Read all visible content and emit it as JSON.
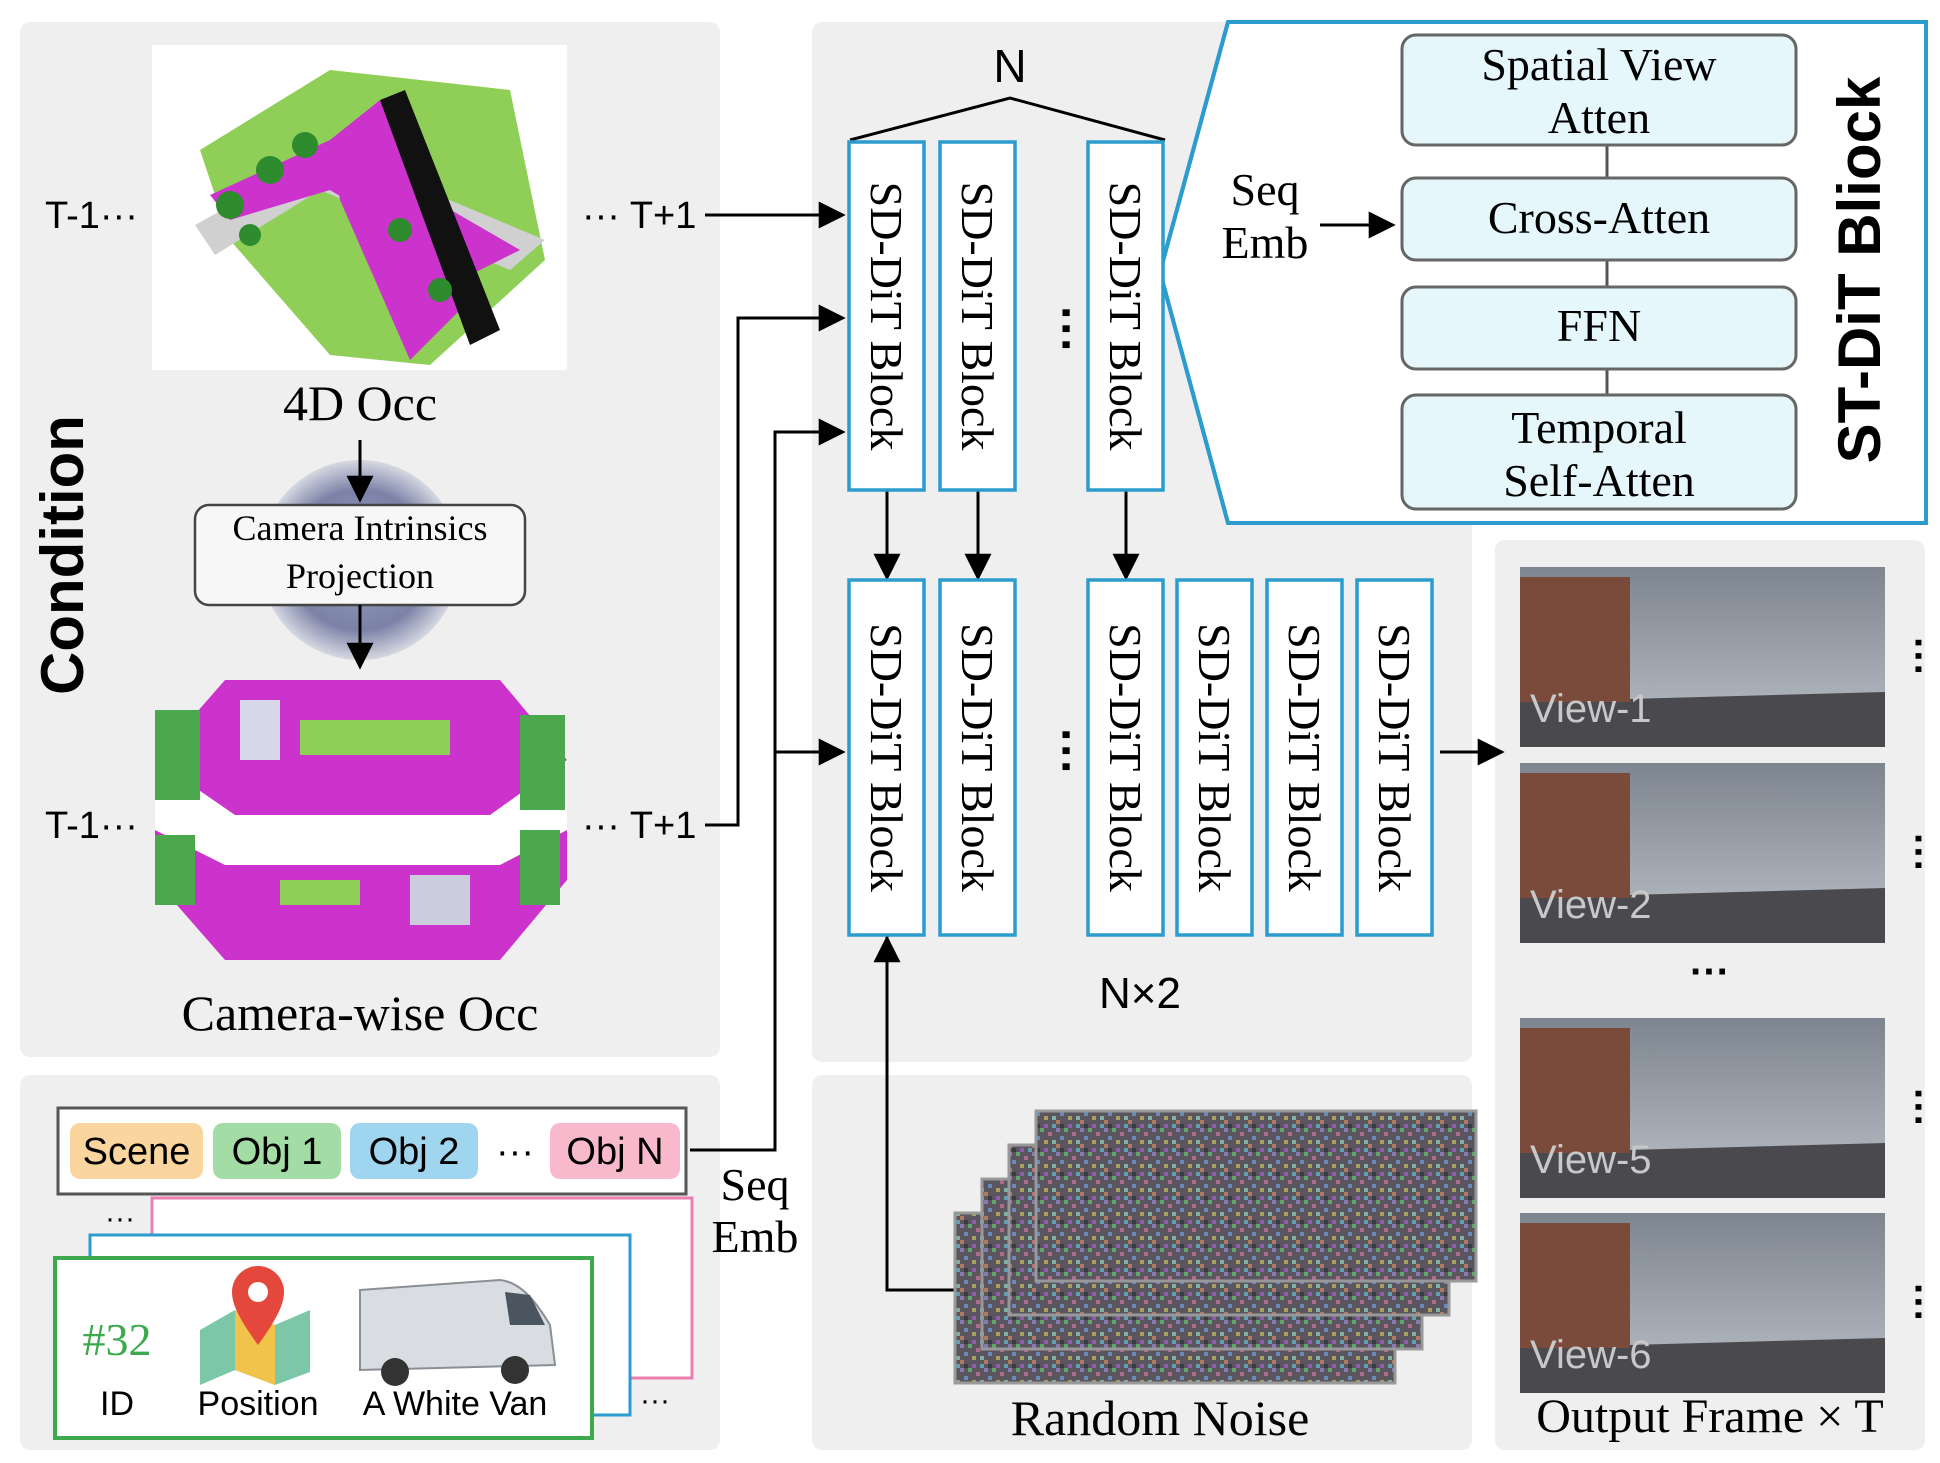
{
  "condition": {
    "title": "Condition",
    "occ4d_label": "4D Occ",
    "camera_wise_label": "Camera-wise Occ",
    "projection_line1": "Camera Intrinsics",
    "projection_line2": "Projection",
    "t_minus": "T-1···",
    "t_plus": "··· T+1"
  },
  "sequence": {
    "chips": [
      {
        "label": "Scene",
        "color": "#fad59e"
      },
      {
        "label": "Obj 1",
        "color": "#a3dca4"
      },
      {
        "label": "Obj 2",
        "color": "#9fd5ee"
      },
      {
        "label": "···",
        "color": "none"
      },
      {
        "label": "Obj N",
        "color": "#f9b9cc"
      }
    ],
    "seq_emb_line1": "Seq",
    "seq_emb_line2": "Emb",
    "card_id_value": "#32",
    "card_id_label": "ID",
    "card_position_label": "Position",
    "card_object_label": "A White Van",
    "ellipsis": "···"
  },
  "dit": {
    "n_label": "N",
    "nx2_label": "N×2",
    "block_label": "SD-DiT Block",
    "ellipsis": "···",
    "random_noise_label": "Random Noise",
    "border_color": "#2b9ccd"
  },
  "st_dit": {
    "title": "ST-DiT Bliock",
    "modules": [
      "Spatial View\nAtten",
      "Cross-Atten",
      "FFN",
      "Temporal\nSelf-Atten"
    ],
    "seq_emb_line1": "Seq",
    "seq_emb_line2": "Emb"
  },
  "output": {
    "views": [
      "View-1",
      "View-2",
      "View-5",
      "View-6"
    ],
    "ellipsis": "···",
    "label": "Output Frame × T"
  }
}
